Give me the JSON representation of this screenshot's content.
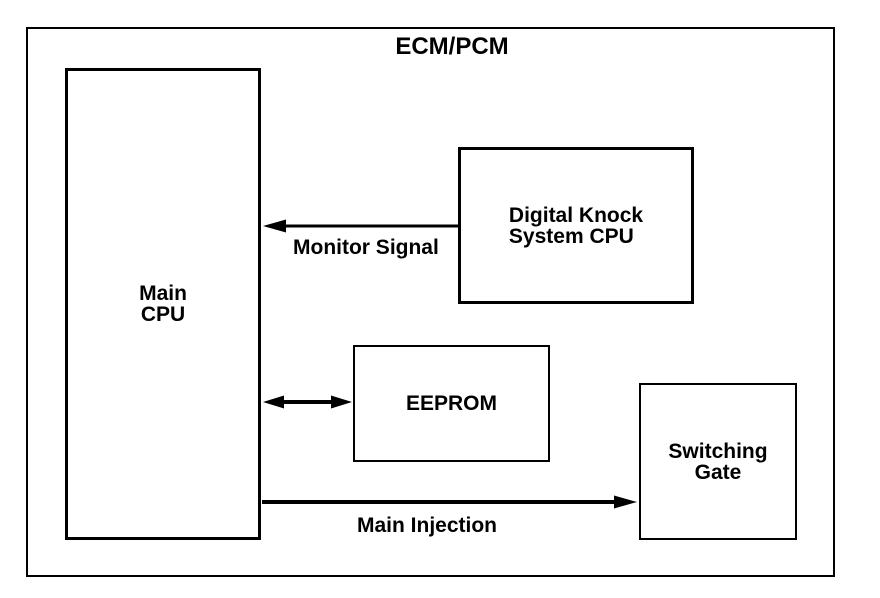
{
  "diagram": {
    "title": "ECM/PCM",
    "blocks": {
      "main_cpu": {
        "label": "Main\nCPU"
      },
      "digital_knock": {
        "label": "Digital Knock\nSystem CPU"
      },
      "eeprom": {
        "label": "EEPROM"
      },
      "switching_gate": {
        "label": "Switching\nGate"
      }
    },
    "arrows": {
      "monitor_signal": {
        "label": "Monitor Signal",
        "from": "Digital Knock System CPU",
        "to": "Main CPU",
        "direction": "left"
      },
      "cpu_eeprom": {
        "label": "",
        "from": "Main CPU",
        "to": "EEPROM",
        "direction": "both"
      },
      "main_injection": {
        "label": "Main Injection",
        "from": "Main CPU",
        "to": "Switching Gate",
        "direction": "right"
      }
    },
    "colors": {
      "line": "#000000",
      "background": "#ffffff"
    }
  }
}
